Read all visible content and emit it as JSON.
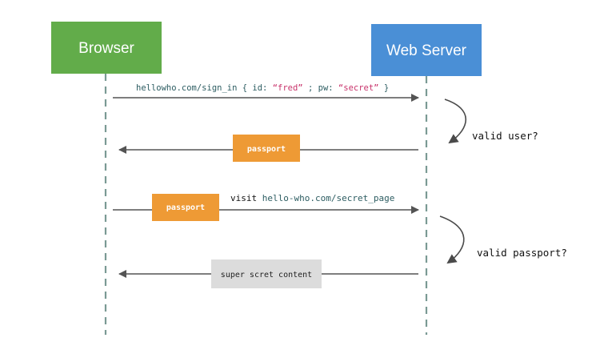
{
  "actors": {
    "browser": {
      "label": "Browser",
      "color": "#62ac4a"
    },
    "server": {
      "label": "Web Server",
      "color": "#4a8fd6"
    }
  },
  "message1": {
    "url": "hellowho.com/sign_in { ",
    "id_key": "id: ",
    "id_val": "“fred”",
    "sep": "; ",
    "pw_key": "pw: ",
    "pw_val": "“secret”",
    "close": "}"
  },
  "message2": {
    "badge": "passport"
  },
  "message3": {
    "badge": "passport",
    "visit_word": "visit ",
    "visit_url": "hello-who.com/secret_page"
  },
  "message4": {
    "content": "super scret content"
  },
  "notes": {
    "valid_user": "valid user?",
    "valid_passport": "valid passport?"
  },
  "colors": {
    "passport_badge": "#ee9a35",
    "content_box": "#dcdcdc",
    "lifeline": "#7a9a94",
    "arrow": "#545454",
    "url_text": "#2d5d62",
    "value_text": "#c8336b"
  }
}
